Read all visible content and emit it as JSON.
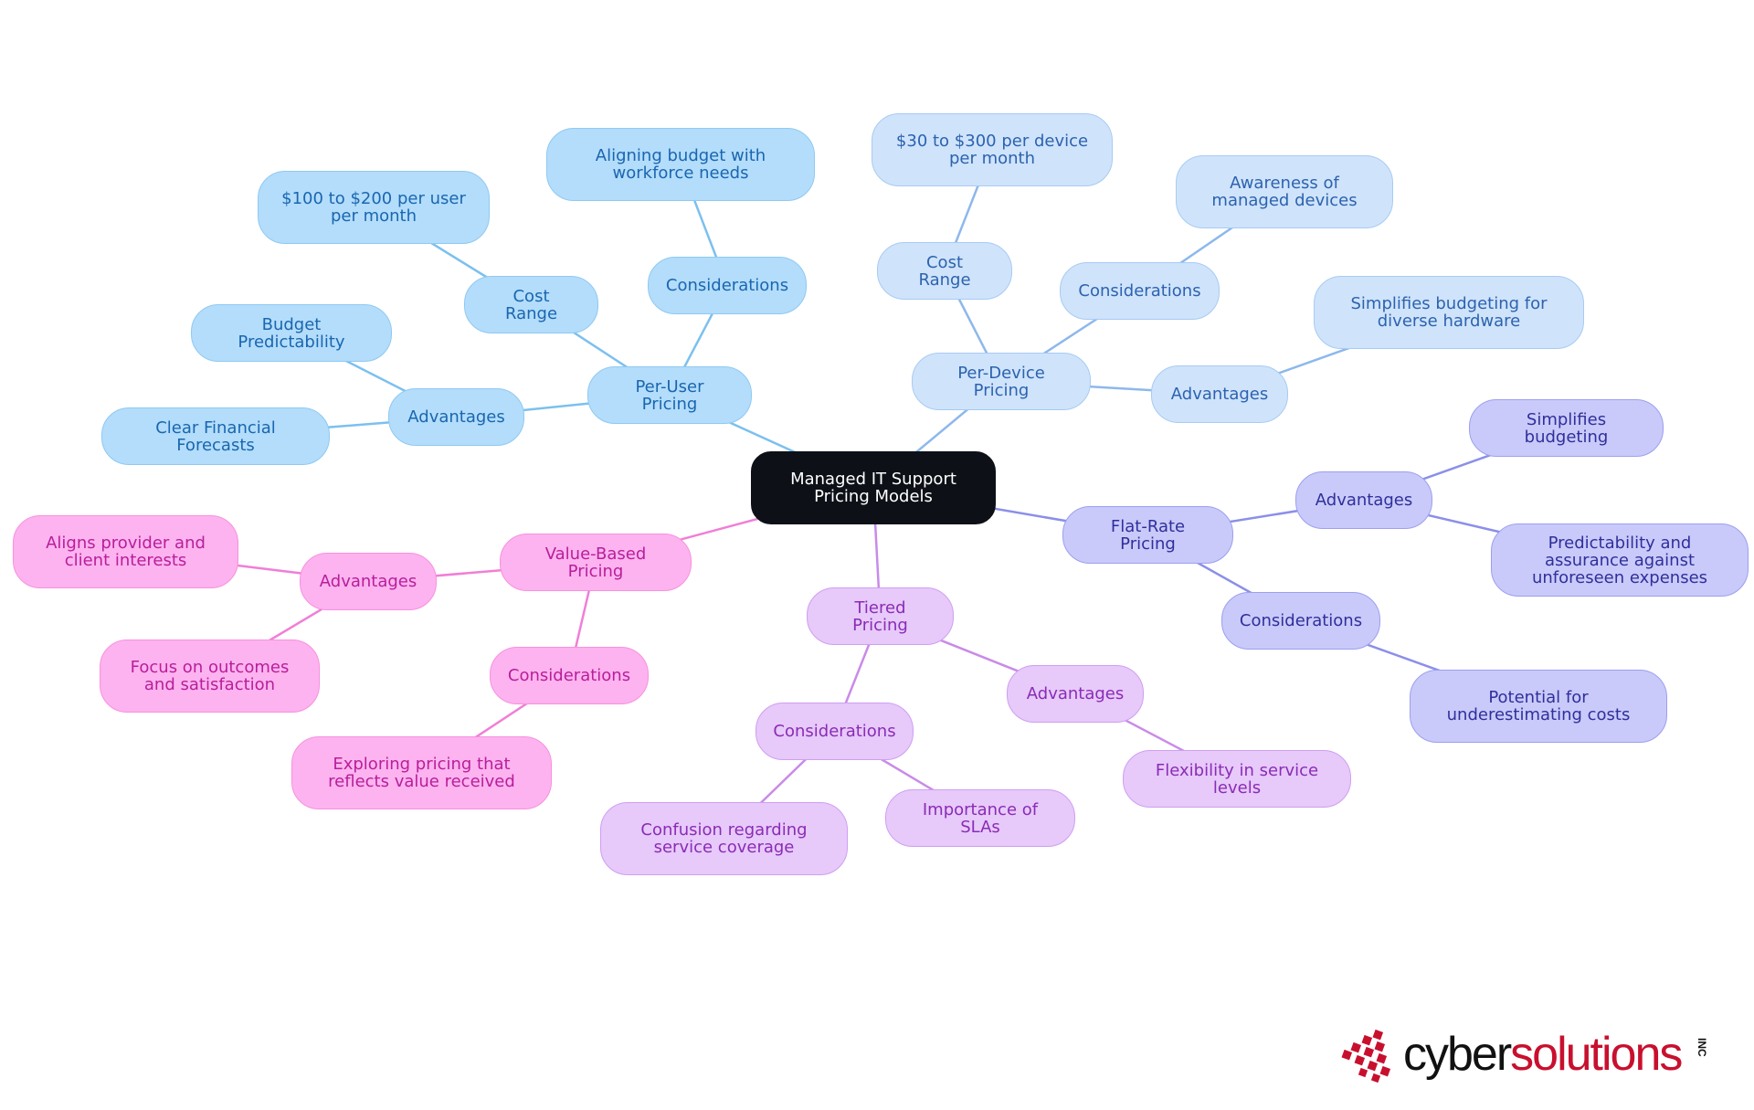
{
  "diagram": {
    "root": {
      "id": "root",
      "label": "Managed IT Support Pricing Models",
      "theme": "root"
    },
    "nodes": [
      {
        "id": "peruser",
        "label": "Per-User Pricing",
        "theme": "blue",
        "parent": "root"
      },
      {
        "id": "pu_cost",
        "label": "Cost Range",
        "theme": "blue",
        "parent": "peruser"
      },
      {
        "id": "pu_cost_v",
        "label": "$100 to $200 per user per month",
        "theme": "blue",
        "parent": "pu_cost"
      },
      {
        "id": "pu_cons",
        "label": "Considerations",
        "theme": "blue",
        "parent": "peruser"
      },
      {
        "id": "pu_cons_v",
        "label": "Aligning budget with workforce needs",
        "theme": "blue",
        "parent": "pu_cons"
      },
      {
        "id": "pu_adv",
        "label": "Advantages",
        "theme": "blue",
        "parent": "peruser"
      },
      {
        "id": "pu_adv_1",
        "label": "Budget Predictability",
        "theme": "blue",
        "parent": "pu_adv"
      },
      {
        "id": "pu_adv_2",
        "label": "Clear Financial Forecasts",
        "theme": "blue",
        "parent": "pu_adv"
      },
      {
        "id": "perdev",
        "label": "Per-Device Pricing",
        "theme": "sky",
        "parent": "root"
      },
      {
        "id": "pd_cost",
        "label": "Cost Range",
        "theme": "sky",
        "parent": "perdev"
      },
      {
        "id": "pd_cost_v",
        "label": "$30 to $300 per device per month",
        "theme": "sky",
        "parent": "pd_cost"
      },
      {
        "id": "pd_cons",
        "label": "Considerations",
        "theme": "sky",
        "parent": "perdev"
      },
      {
        "id": "pd_cons_v",
        "label": "Awareness of managed devices",
        "theme": "sky",
        "parent": "pd_cons"
      },
      {
        "id": "pd_adv",
        "label": "Advantages",
        "theme": "sky",
        "parent": "perdev"
      },
      {
        "id": "pd_adv_v",
        "label": "Simplifies budgeting for diverse hardware",
        "theme": "sky",
        "parent": "pd_adv"
      },
      {
        "id": "flat",
        "label": "Flat-Rate Pricing",
        "theme": "indigo",
        "parent": "root"
      },
      {
        "id": "fr_adv",
        "label": "Advantages",
        "theme": "indigo",
        "parent": "flat"
      },
      {
        "id": "fr_adv_1",
        "label": "Simplifies budgeting",
        "theme": "indigo",
        "parent": "fr_adv"
      },
      {
        "id": "fr_adv_2",
        "label": "Predictability and assurance against unforeseen expenses",
        "theme": "indigo",
        "parent": "fr_adv"
      },
      {
        "id": "fr_cons",
        "label": "Considerations",
        "theme": "indigo",
        "parent": "flat"
      },
      {
        "id": "fr_cons_v",
        "label": "Potential for underestimating costs",
        "theme": "indigo",
        "parent": "fr_cons"
      },
      {
        "id": "tiered",
        "label": "Tiered Pricing",
        "theme": "lilac",
        "parent": "root"
      },
      {
        "id": "ti_cons",
        "label": "Considerations",
        "theme": "lilac",
        "parent": "tiered"
      },
      {
        "id": "ti_cons_1",
        "label": "Confusion regarding service coverage",
        "theme": "lilac",
        "parent": "ti_cons"
      },
      {
        "id": "ti_cons_2",
        "label": "Importance of SLAs",
        "theme": "lilac",
        "parent": "ti_cons"
      },
      {
        "id": "ti_adv",
        "label": "Advantages",
        "theme": "lilac",
        "parent": "tiered"
      },
      {
        "id": "ti_adv_v",
        "label": "Flexibility in service levels",
        "theme": "lilac",
        "parent": "ti_adv"
      },
      {
        "id": "value",
        "label": "Value-Based Pricing",
        "theme": "pink",
        "parent": "root"
      },
      {
        "id": "vb_adv",
        "label": "Advantages",
        "theme": "pink",
        "parent": "value"
      },
      {
        "id": "vb_adv_1",
        "label": "Aligns provider and client interests",
        "theme": "pink",
        "parent": "vb_adv"
      },
      {
        "id": "vb_adv_2",
        "label": "Focus on outcomes and satisfaction",
        "theme": "pink",
        "parent": "vb_adv"
      },
      {
        "id": "vb_cons",
        "label": "Considerations",
        "theme": "pink",
        "parent": "value"
      },
      {
        "id": "vb_cons_v",
        "label": "Exploring pricing that reflects value received",
        "theme": "pink",
        "parent": "vb_cons"
      }
    ],
    "edge_colors": {
      "blue": "#7cc0ee",
      "sky": "#8db8ec",
      "indigo": "#8b8fe9",
      "lilac": "#c98be8",
      "pink": "#f07fd6"
    }
  },
  "logo": {
    "word_a": "cyber",
    "word_b": "solutions",
    "suffix": "INC"
  }
}
